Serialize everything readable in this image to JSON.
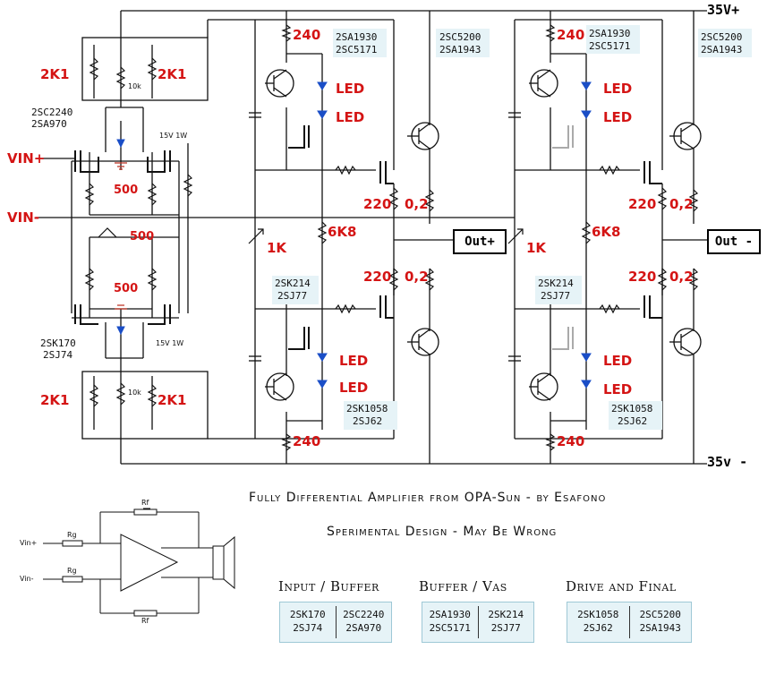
{
  "rails": {
    "positive": "35V+",
    "negative": "35v -"
  },
  "input_labels": {
    "vin_plus": "VIN+",
    "vin_minus": "VIN-"
  },
  "resistors": {
    "r_2k1_tl": "2K1",
    "r_2k1_tr": "2K1",
    "r_2k1_bl": "2K1",
    "r_2k1_br": "2K1",
    "r_500_top": "500",
    "r_500_mid": "500",
    "r_500_low": "500",
    "r_10k_top": "10k",
    "r_10k_bot": "10k",
    "zener_top": "15V 1W",
    "zener_bot": "15V 1W",
    "r_240_tl": "240",
    "r_240_bl": "240",
    "r_240_tr": "240",
    "r_240_br": "240",
    "pot_1k_l": "1K",
    "pot_1k_r": "1K",
    "r_6k8_l": "6K8",
    "r_6k8_r": "6K8",
    "r_220_tl": "220",
    "r_220_bl": "220",
    "r_220_tr": "220",
    "r_220_br": "220",
    "r_02_tl": "0,2",
    "r_02_bl": "0,2",
    "r_02_tr": "0,2",
    "r_02_br": "0,2"
  },
  "leds": [
    "LED",
    "LED",
    "LED",
    "LED",
    "LED",
    "LED",
    "LED",
    "LED"
  ],
  "transistor_labels": {
    "input_top": [
      "2SC2240",
      "2SA970"
    ],
    "input_bot": [
      "2SK170",
      "2SJ74"
    ],
    "vas_top_l": [
      "2SA1930",
      "2SC5171"
    ],
    "final_top_l": [
      "2SC5200",
      "2SA1943"
    ],
    "vas_top_r": [
      "2SA1930",
      "2SC5171"
    ],
    "final_top_r": [
      "2SC5200",
      "2SA1943"
    ],
    "buf_mid_l": [
      "2SK214",
      "2SJ77"
    ],
    "buf_mid_r": [
      "2SK214",
      "2SJ77"
    ],
    "drv_bot_l": [
      "2SK1058",
      "2SJ62"
    ],
    "drv_bot_r": [
      "2SK1058",
      "2SJ62"
    ]
  },
  "outputs": {
    "out_plus": "Out+",
    "out_minus": "Out -"
  },
  "title": "Fully Differential Amplifier from OPA-Sun  -  by Esafono",
  "subtitle": "Sperimental Design - May Be Wrong",
  "inset": {
    "vin_plus": "Vin+",
    "vin_minus": "Vin-",
    "rf": "Rf",
    "rg": "Rg"
  },
  "parts_table": [
    {
      "title": "Input / Buffer",
      "col1": [
        "2SK170",
        "2SJ74"
      ],
      "col2": [
        "2SC2240",
        "2SA970"
      ]
    },
    {
      "title": "Buffer / Vas",
      "col1": [
        "2SA1930",
        "2SC5171"
      ],
      "col2": [
        "2SK214",
        "2SJ77"
      ]
    },
    {
      "title": "Drive and Final",
      "col1": [
        "2SK1058",
        "2SJ62"
      ],
      "col2": [
        "2SC5200",
        "2SA1943"
      ]
    }
  ]
}
